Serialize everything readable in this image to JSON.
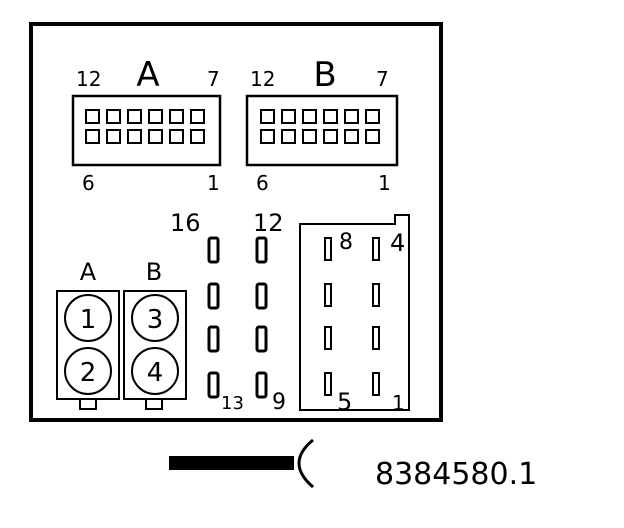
{
  "colors": {
    "ink": "#000000",
    "paper": "#ffffff"
  },
  "block_a": {
    "letter": "A",
    "top_left": "12",
    "top_right": "7",
    "bottom_left": "6",
    "bottom_right": "1"
  },
  "block_b": {
    "letter": "B",
    "top_left": "12",
    "top_right": "7",
    "bottom_left": "6",
    "bottom_right": "1"
  },
  "pins_left": {
    "top": "16",
    "bottom": "13"
  },
  "pins_right": {
    "top": "12",
    "bottom": "9"
  },
  "connector_8": {
    "top_left": "8",
    "top_right": "4",
    "bottom_left": "5",
    "bottom_right": "1"
  },
  "round_a": {
    "letter": "A",
    "upper": "1",
    "lower": "2"
  },
  "round_b": {
    "letter": "B",
    "upper": "3",
    "lower": "4"
  },
  "reference": "8384580.1"
}
